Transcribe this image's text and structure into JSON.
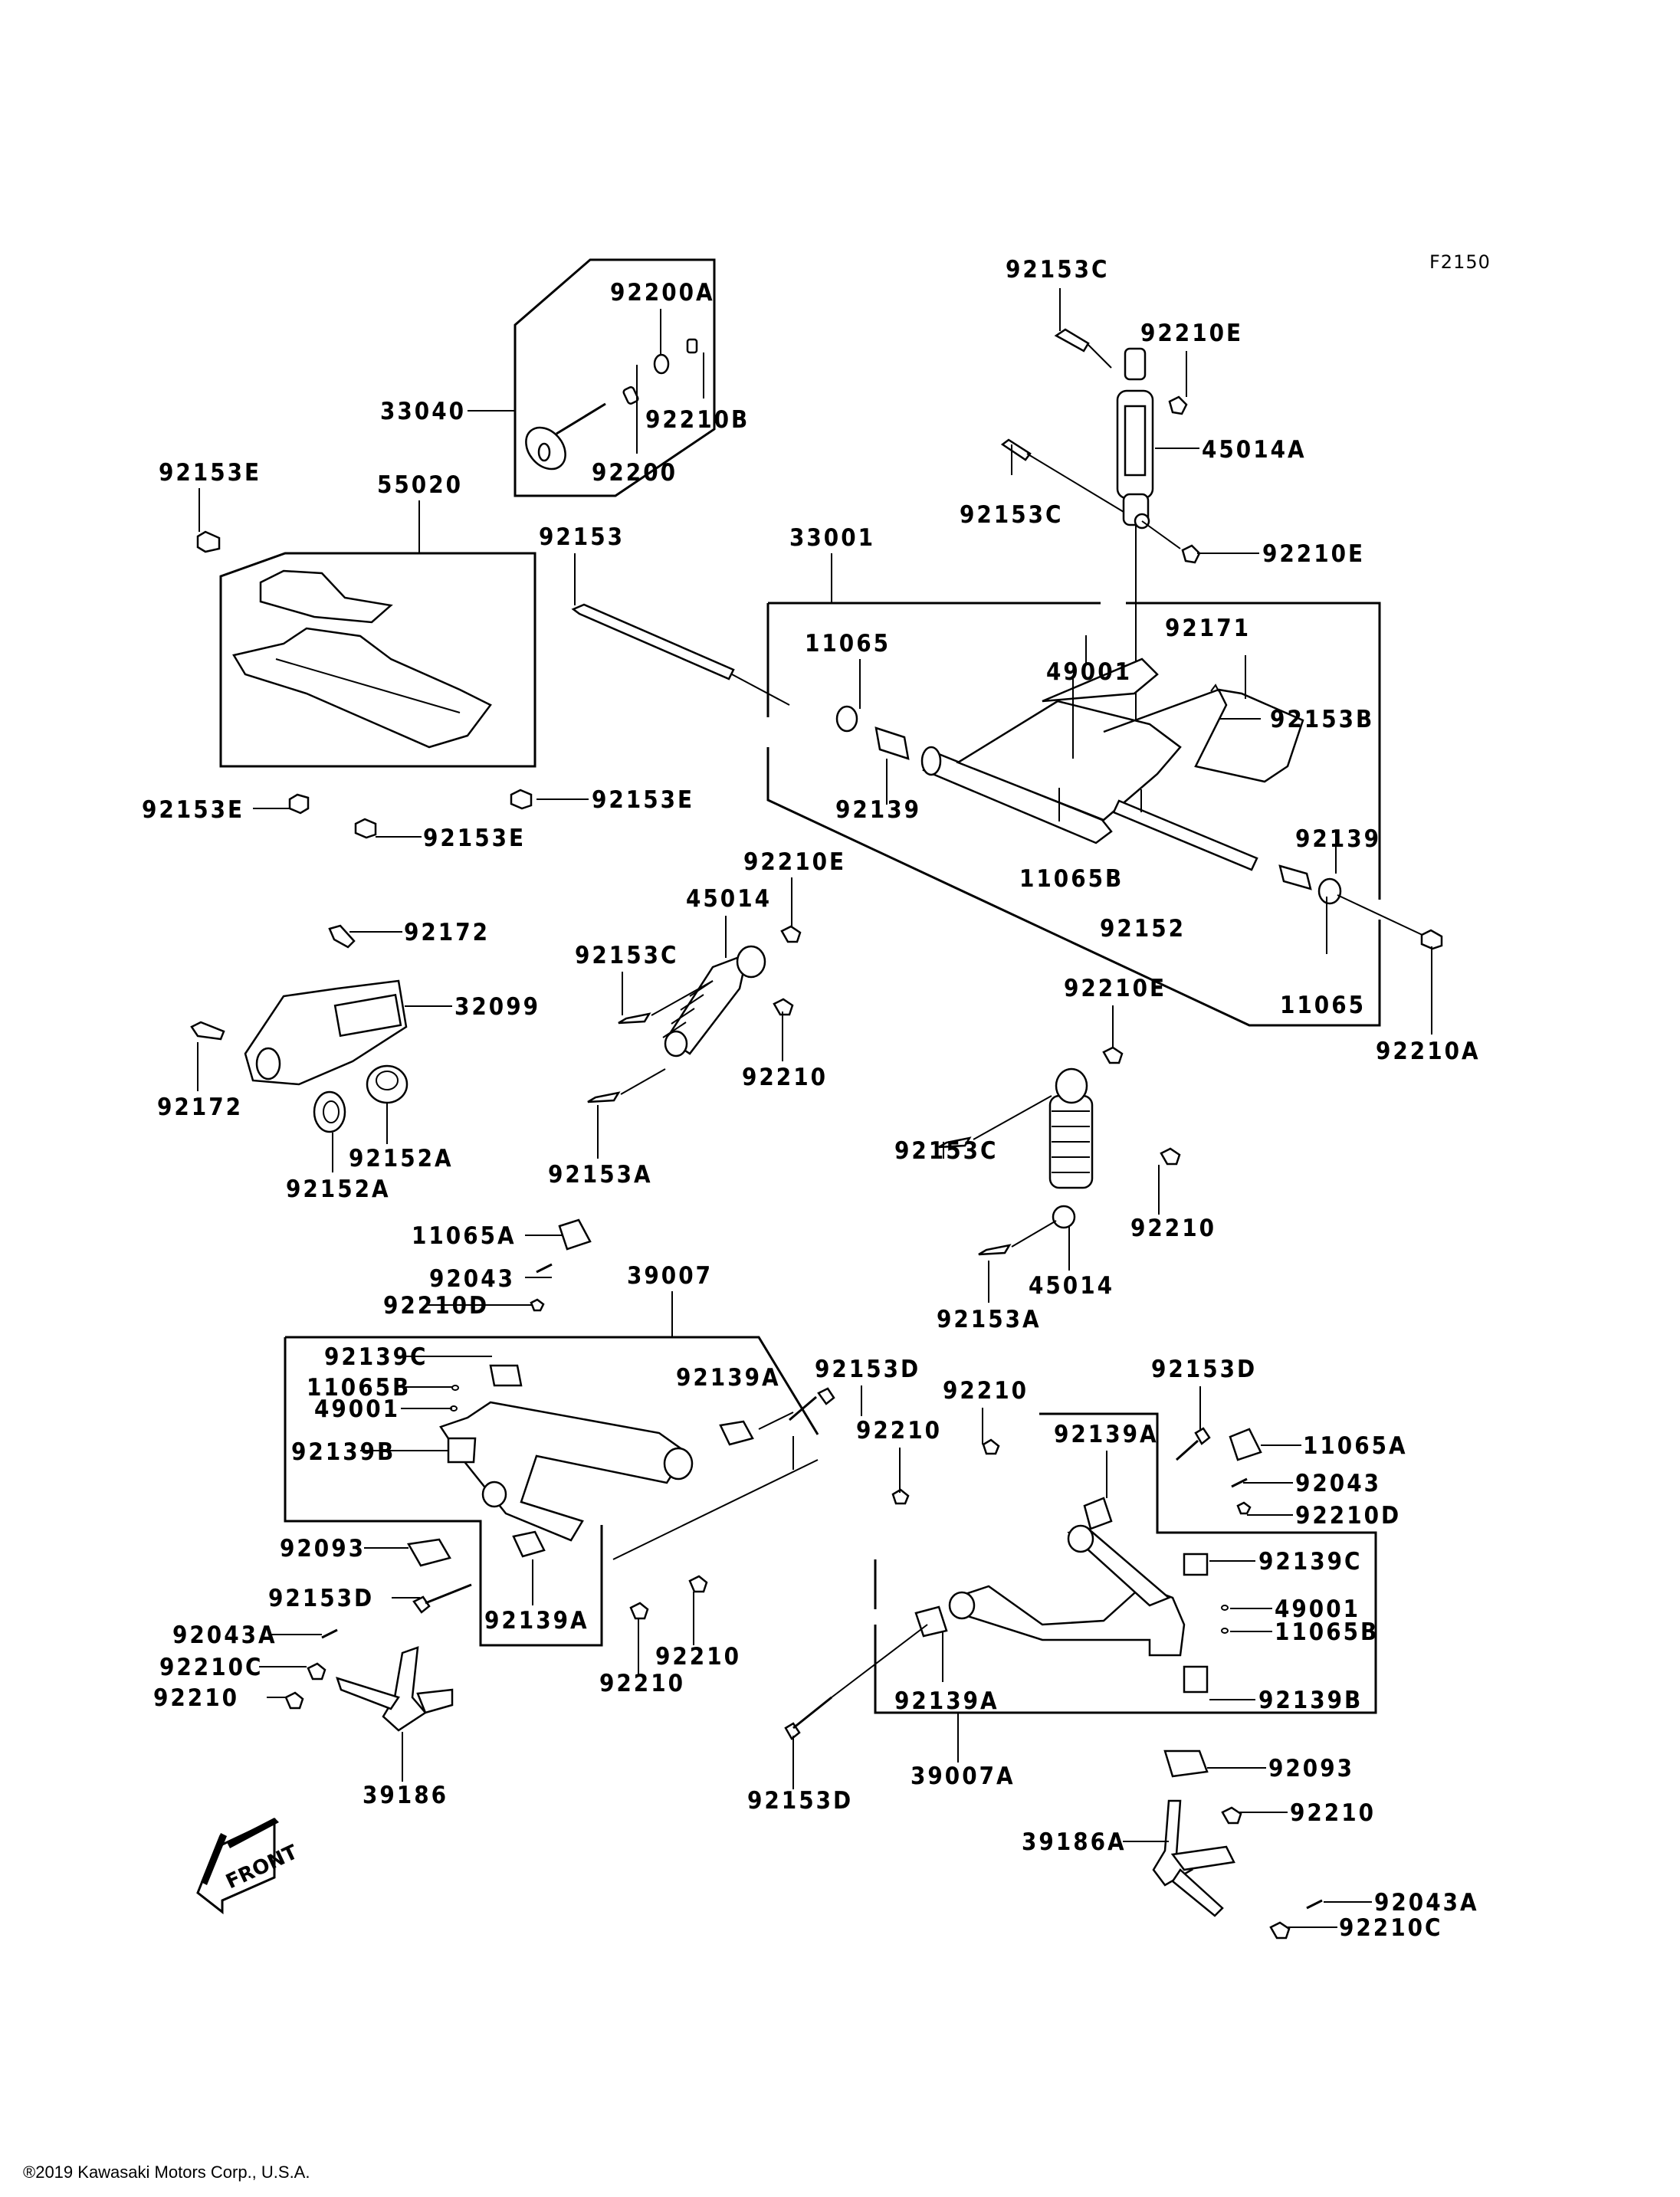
{
  "diagram": {
    "code": "F2150",
    "copyright": "®2019 Kawasaki Motors Corp., U.S.A.",
    "direction_marker": "FRONT",
    "callouts": [
      {
        "id": "c1",
        "label": "92153C"
      },
      {
        "id": "c2",
        "label": "92210E"
      },
      {
        "id": "c3",
        "label": "45014A"
      },
      {
        "id": "c4",
        "label": "92153C"
      },
      {
        "id": "c5",
        "label": "92210E"
      },
      {
        "id": "c6",
        "label": "92200A"
      },
      {
        "id": "c7",
        "label": "33040"
      },
      {
        "id": "c8",
        "label": "92210B"
      },
      {
        "id": "c9",
        "label": "92200"
      },
      {
        "id": "c10",
        "label": "92153E"
      },
      {
        "id": "c11",
        "label": "55020"
      },
      {
        "id": "c12",
        "label": "92153"
      },
      {
        "id": "c13",
        "label": "33001"
      },
      {
        "id": "c14",
        "label": "11065"
      },
      {
        "id": "c15",
        "label": "92171"
      },
      {
        "id": "c16",
        "label": "49001"
      },
      {
        "id": "c17",
        "label": "92153B"
      },
      {
        "id": "c18",
        "label": "92153E"
      },
      {
        "id": "c19",
        "label": "92153E"
      },
      {
        "id": "c20",
        "label": "92153E"
      },
      {
        "id": "c21",
        "label": "92139"
      },
      {
        "id": "c22",
        "label": "11065B"
      },
      {
        "id": "c23",
        "label": "92139"
      },
      {
        "id": "c24",
        "label": "92152"
      },
      {
        "id": "c25",
        "label": "11065"
      },
      {
        "id": "c26",
        "label": "92210A"
      },
      {
        "id": "c27",
        "label": "92210E"
      },
      {
        "id": "c28",
        "label": "45014"
      },
      {
        "id": "c29",
        "label": "92172"
      },
      {
        "id": "c30",
        "label": "92153C"
      },
      {
        "id": "c31",
        "label": "32099"
      },
      {
        "id": "c32",
        "label": "92210"
      },
      {
        "id": "c33",
        "label": "92172"
      },
      {
        "id": "c34",
        "label": "92152A"
      },
      {
        "id": "c35",
        "label": "92152A"
      },
      {
        "id": "c36",
        "label": "92153A"
      },
      {
        "id": "c37",
        "label": "92210E"
      },
      {
        "id": "c38",
        "label": "92153C"
      },
      {
        "id": "c39",
        "label": "92210"
      },
      {
        "id": "c40",
        "label": "45014"
      },
      {
        "id": "c41",
        "label": "92153A"
      },
      {
        "id": "c42",
        "label": "11065A"
      },
      {
        "id": "c43",
        "label": "92043"
      },
      {
        "id": "c44",
        "label": "39007"
      },
      {
        "id": "c45",
        "label": "92210D"
      },
      {
        "id": "c46",
        "label": "92153D"
      },
      {
        "id": "c47",
        "label": "92139C"
      },
      {
        "id": "c48",
        "label": "92139A"
      },
      {
        "id": "c49",
        "label": "11065B"
      },
      {
        "id": "c50",
        "label": "49001"
      },
      {
        "id": "c51",
        "label": "92139B"
      },
      {
        "id": "c52",
        "label": "92210"
      },
      {
        "id": "c53",
        "label": "92153D"
      },
      {
        "id": "c54",
        "label": "92210"
      },
      {
        "id": "c55",
        "label": "11065A"
      },
      {
        "id": "c56",
        "label": "92139A"
      },
      {
        "id": "c57",
        "label": "92043"
      },
      {
        "id": "c58",
        "label": "92210D"
      },
      {
        "id": "c59",
        "label": "92093"
      },
      {
        "id": "c60",
        "label": "92153D"
      },
      {
        "id": "c61",
        "label": "92139A"
      },
      {
        "id": "c62",
        "label": "92210"
      },
      {
        "id": "c63",
        "label": "92210"
      },
      {
        "id": "c64",
        "label": "92139C"
      },
      {
        "id": "c65",
        "label": "92043A"
      },
      {
        "id": "c66",
        "label": "49001"
      },
      {
        "id": "c67",
        "label": "11065B"
      },
      {
        "id": "c68",
        "label": "92210C"
      },
      {
        "id": "c69",
        "label": "92210"
      },
      {
        "id": "c70",
        "label": "92139A"
      },
      {
        "id": "c71",
        "label": "92139B"
      },
      {
        "id": "c72",
        "label": "39186"
      },
      {
        "id": "c73",
        "label": "92153D"
      },
      {
        "id": "c74",
        "label": "39007A"
      },
      {
        "id": "c75",
        "label": "92093"
      },
      {
        "id": "c76",
        "label": "92210"
      },
      {
        "id": "c77",
        "label": "39186A"
      },
      {
        "id": "c78",
        "label": "92043A"
      },
      {
        "id": "c79",
        "label": "92210C"
      }
    ]
  }
}
